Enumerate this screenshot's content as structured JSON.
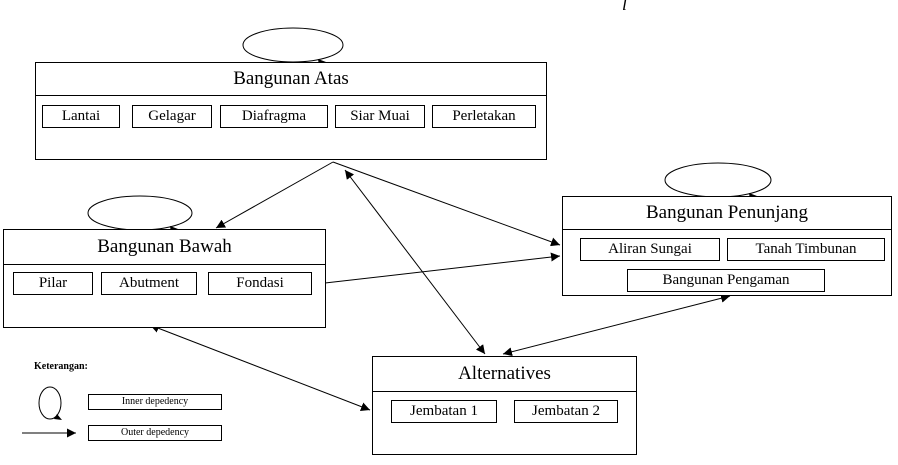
{
  "top_mark": "l",
  "clusters": {
    "atas": {
      "title": "Bangunan Atas",
      "items": [
        "Lantai",
        "Gelagar",
        "Diafragma",
        "Siar Muai",
        "Perletakan"
      ]
    },
    "bawah": {
      "title": "Bangunan Bawah",
      "items": [
        "Pilar",
        "Abutment",
        "Fondasi"
      ]
    },
    "penunjang": {
      "title": "Bangunan Penunjang",
      "items": [
        "Aliran Sungai",
        "Tanah Timbunan",
        "Bangunan Pengaman"
      ]
    },
    "alternatives": {
      "title": "Alternatives",
      "items": [
        "Jembatan 1",
        "Jembatan 2"
      ]
    }
  },
  "legend": {
    "title": "Keterangan:",
    "inner": "Inner depedency",
    "outer": "Outer depedency"
  }
}
